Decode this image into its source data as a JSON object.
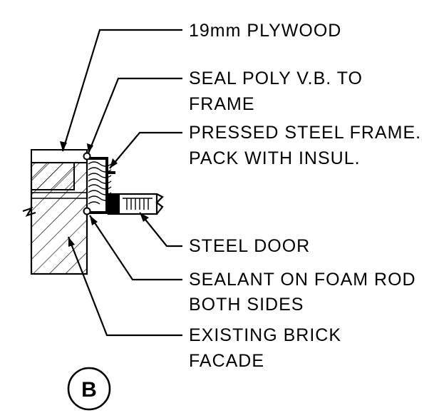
{
  "labels": {
    "plywood": "19mm PLYWOOD",
    "seal_line1": "SEAL POLY V.B. TO",
    "seal_line2": "FRAME",
    "frame_line1": "PRESSED STEEL FRAME.",
    "frame_line2": "PACK WITH INSUL.",
    "door": "STEEL DOOR",
    "sealant_line1": "SEALANT ON FOAM ROD",
    "sealant_line2": "BOTH SIDES",
    "brick_line1": "EXISTING BRICK",
    "brick_line2": "FACADE"
  },
  "detail_callout": "B"
}
